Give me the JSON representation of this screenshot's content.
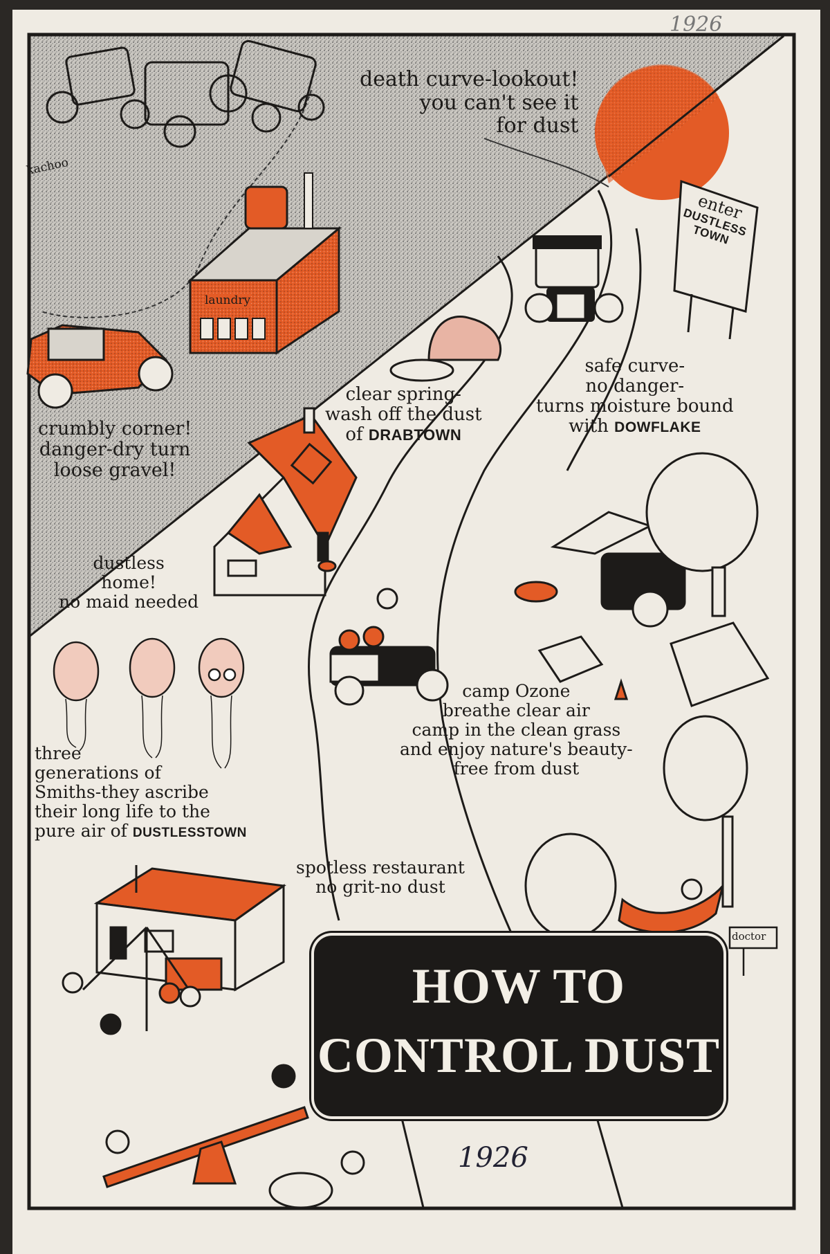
{
  "annotations": {
    "top_year": "1926",
    "bottom_year": "1926"
  },
  "title": {
    "line1": "HOW TO",
    "line2": "CONTROL DUST"
  },
  "labels": {
    "death_curve": "death curve-lookout!\nyou can't see it\nfor dust",
    "kachoo": "kachoo",
    "laundry": "laundry",
    "crumbly_corner": "crumbly corner!\ndanger-dry turn\nloose gravel!",
    "clear_spring": "clear spring-\nwash off the dust\nof",
    "clear_spring_town": "DRABTOWN",
    "safe_curve": "safe curve-\nno danger-\nturns moisture bound\nwith",
    "safe_curve_brand": "DOWFLAKE",
    "sign_enter": "enter",
    "sign_town": "DUSTLESS\nTOWN",
    "dustless_home": "dustless\nhome!\nno maid needed",
    "three_generations": "three\ngenerations of\nSmiths-they ascribe\ntheir long life to the\npure air of",
    "three_generations_town": "DUSTLESSTOWN",
    "camp_ozone": "camp Ozone\nbreathe clear air\ncamp in the clean grass\nand enjoy nature's beauty-\nfree from dust",
    "restaurant": "spotless restaurant\nno grit-no dust",
    "doctor_sign": "doctor"
  },
  "colors": {
    "orange": "#e35b26",
    "ink": "#1d1b19",
    "paper": "#efebe3",
    "dust_gray": "#b9b6b0"
  }
}
